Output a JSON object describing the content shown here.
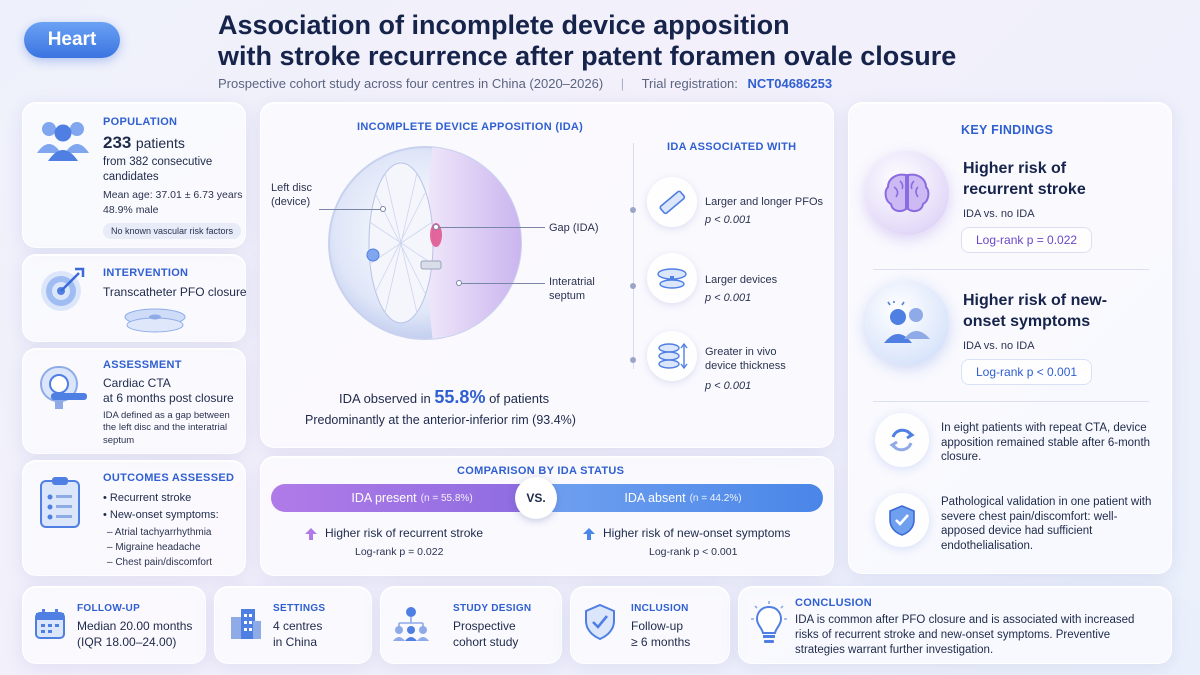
{
  "badge": "Heart",
  "header": {
    "title_line1": "Association of incomplete device apposition",
    "title_line2": "with stroke recurrence after patent foramen ovale closure",
    "subtitle": "Prospective cohort study across four centres in China (2020–2026)",
    "trial_label": "Trial registration:",
    "trial_id": "NCT04686253"
  },
  "population": {
    "heading": "POPULATION",
    "count": "233",
    "count_unit": "patients",
    "from": "from 382 consecutive candidates",
    "mean_age": "Mean age: 37.01 ± 6.73 years",
    "male": "48.9% male",
    "note": "No known vascular risk factors"
  },
  "intervention": {
    "heading": "INTERVENTION",
    "text": "Transcatheter PFO closure"
  },
  "assessment": {
    "heading": "ASSESSMENT",
    "line1": "Cardiac CTA",
    "line2": "at 6 months post closure",
    "def": "IDA defined as a gap between the left disc and the interatrial septum"
  },
  "outcomes": {
    "heading": "OUTCOMES ASSESSED",
    "item1": "• Recurrent stroke",
    "item2": "• New-onset symptoms:",
    "sub1": "– Atrial tachyarrhythmia",
    "sub2": "– Migraine headache",
    "sub3": "– Chest pain/discomfort"
  },
  "ida": {
    "heading": "INCOMPLETE DEVICE APPOSITION (IDA)",
    "left_disc": "Left disc (device)",
    "gap": "Gap (IDA)",
    "septum": "Interatrial septum",
    "observed_pre": "IDA observed in",
    "observed_pct": "55.8%",
    "observed_post": "of patients",
    "predominant": "Predominantly at the anterior-inferior rim (93.4%)"
  },
  "assoc": {
    "heading": "IDA ASSOCIATED WITH",
    "items": [
      {
        "label": "Larger and longer PFOs",
        "p": "p < 0.001"
      },
      {
        "label": "Larger devices",
        "p": "p < 0.001"
      },
      {
        "label": "Greater in vivo device thickness",
        "p": "p < 0.001"
      }
    ]
  },
  "comparison": {
    "heading": "COMPARISON BY IDA STATUS",
    "present": "IDA present",
    "present_n": "(n = 55.8%)",
    "vs": "VS.",
    "absent": "IDA absent",
    "absent_n": "(n = 44.2%)",
    "left_text": "Higher risk of recurrent stroke",
    "left_p": "Log-rank p = 0.022",
    "right_text": "Higher risk of new-onset symptoms",
    "right_p": "Log-rank p < 0.001"
  },
  "findings": {
    "heading": "KEY FINDINGS",
    "f1_title": "Higher risk of recurrent stroke",
    "f1_sub": "IDA vs. no IDA",
    "f1_p": "Log-rank p = 0.022",
    "f2_title": "Higher risk of new-onset symptoms",
    "f2_sub": "IDA vs. no IDA",
    "f2_p": "Log-rank p < 0.001",
    "f3": "In eight patients with repeat CTA, device apposition remained stable after 6-month closure.",
    "f4": "Pathological validation in one patient with severe chest pain/discomfort: well-apposed device had sufficient endothelialisation."
  },
  "footer": {
    "followup_h": "FOLLOW-UP",
    "followup_1": "Median 20.00 months",
    "followup_2": "(IQR 18.00–24.00)",
    "settings_h": "SETTINGS",
    "settings_1": "4 centres",
    "settings_2": "in China",
    "design_h": "STUDY DESIGN",
    "design_1": "Prospective",
    "design_2": "cohort study",
    "incl_h": "INCLUSION",
    "incl_1": "Follow-up",
    "incl_2": "≥ 6 months",
    "concl_h": "CONCLUSION",
    "concl": "IDA is common after PFO closure and is associated with increased risks of recurrent stroke and new-onset symptoms. Preventive strategies warrant further investigation."
  },
  "colors": {
    "accent": "#2f5fd0",
    "purple": "#8b6be0",
    "blue": "#4a86e8",
    "pink": "#e0508c"
  }
}
